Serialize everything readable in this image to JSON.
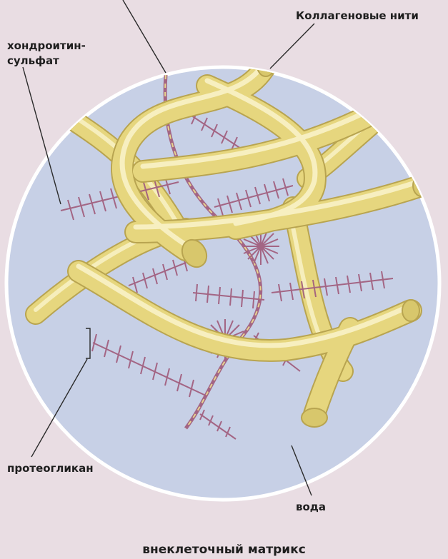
{
  "labels": {
    "collagen": "Коллагеновые нити",
    "chondroitin_line1": "хондроитин-",
    "chondroitin_line2": "сульфат",
    "proteoglycan": "протеогликан",
    "water": "вода",
    "title": "внеклеточный матрикс"
  },
  "colors": {
    "background": "#e9dde3",
    "water": "#c7d0e6",
    "collagen": "#e6d67e",
    "proteoglycan": "#a2607f",
    "rim": "#ffffff"
  }
}
